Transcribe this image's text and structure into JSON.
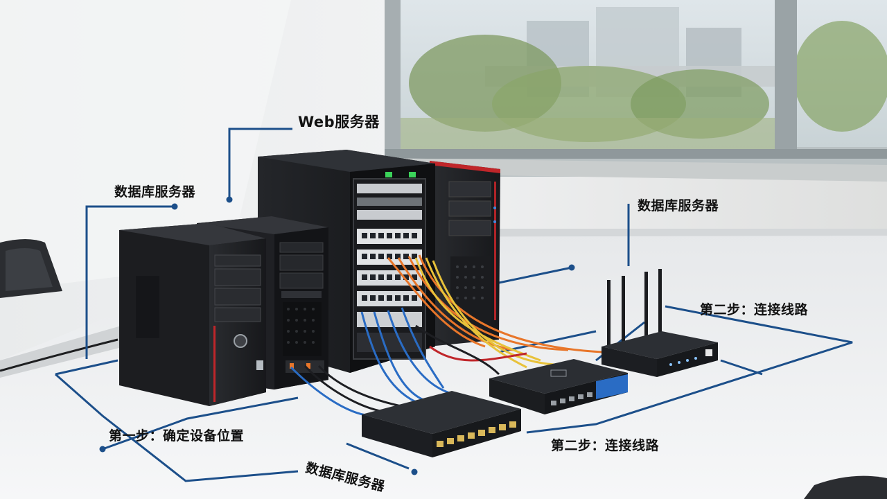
{
  "scene": {
    "description": "Photo of office desk with tower servers, rack server, network switches and router connected by cables, with blue callout lines",
    "colors": {
      "callout_line": "#1c4f8a",
      "label_text": "#111111",
      "cable_orange": "#e8762a",
      "cable_blue": "#2a6cc4",
      "cable_yellow": "#e8c23a",
      "server_red_trim": "#c0262a"
    }
  },
  "labels": {
    "web_server": "Web服务器",
    "db_server_left": "数据库服务器",
    "db_server_right": "数据库服务器",
    "step2_upper": "第二步：连接线路",
    "step1": "第一步：确定设备位置",
    "db_server_bottom": "数据库服务器",
    "step2_lower": "第二步：连接线路"
  }
}
